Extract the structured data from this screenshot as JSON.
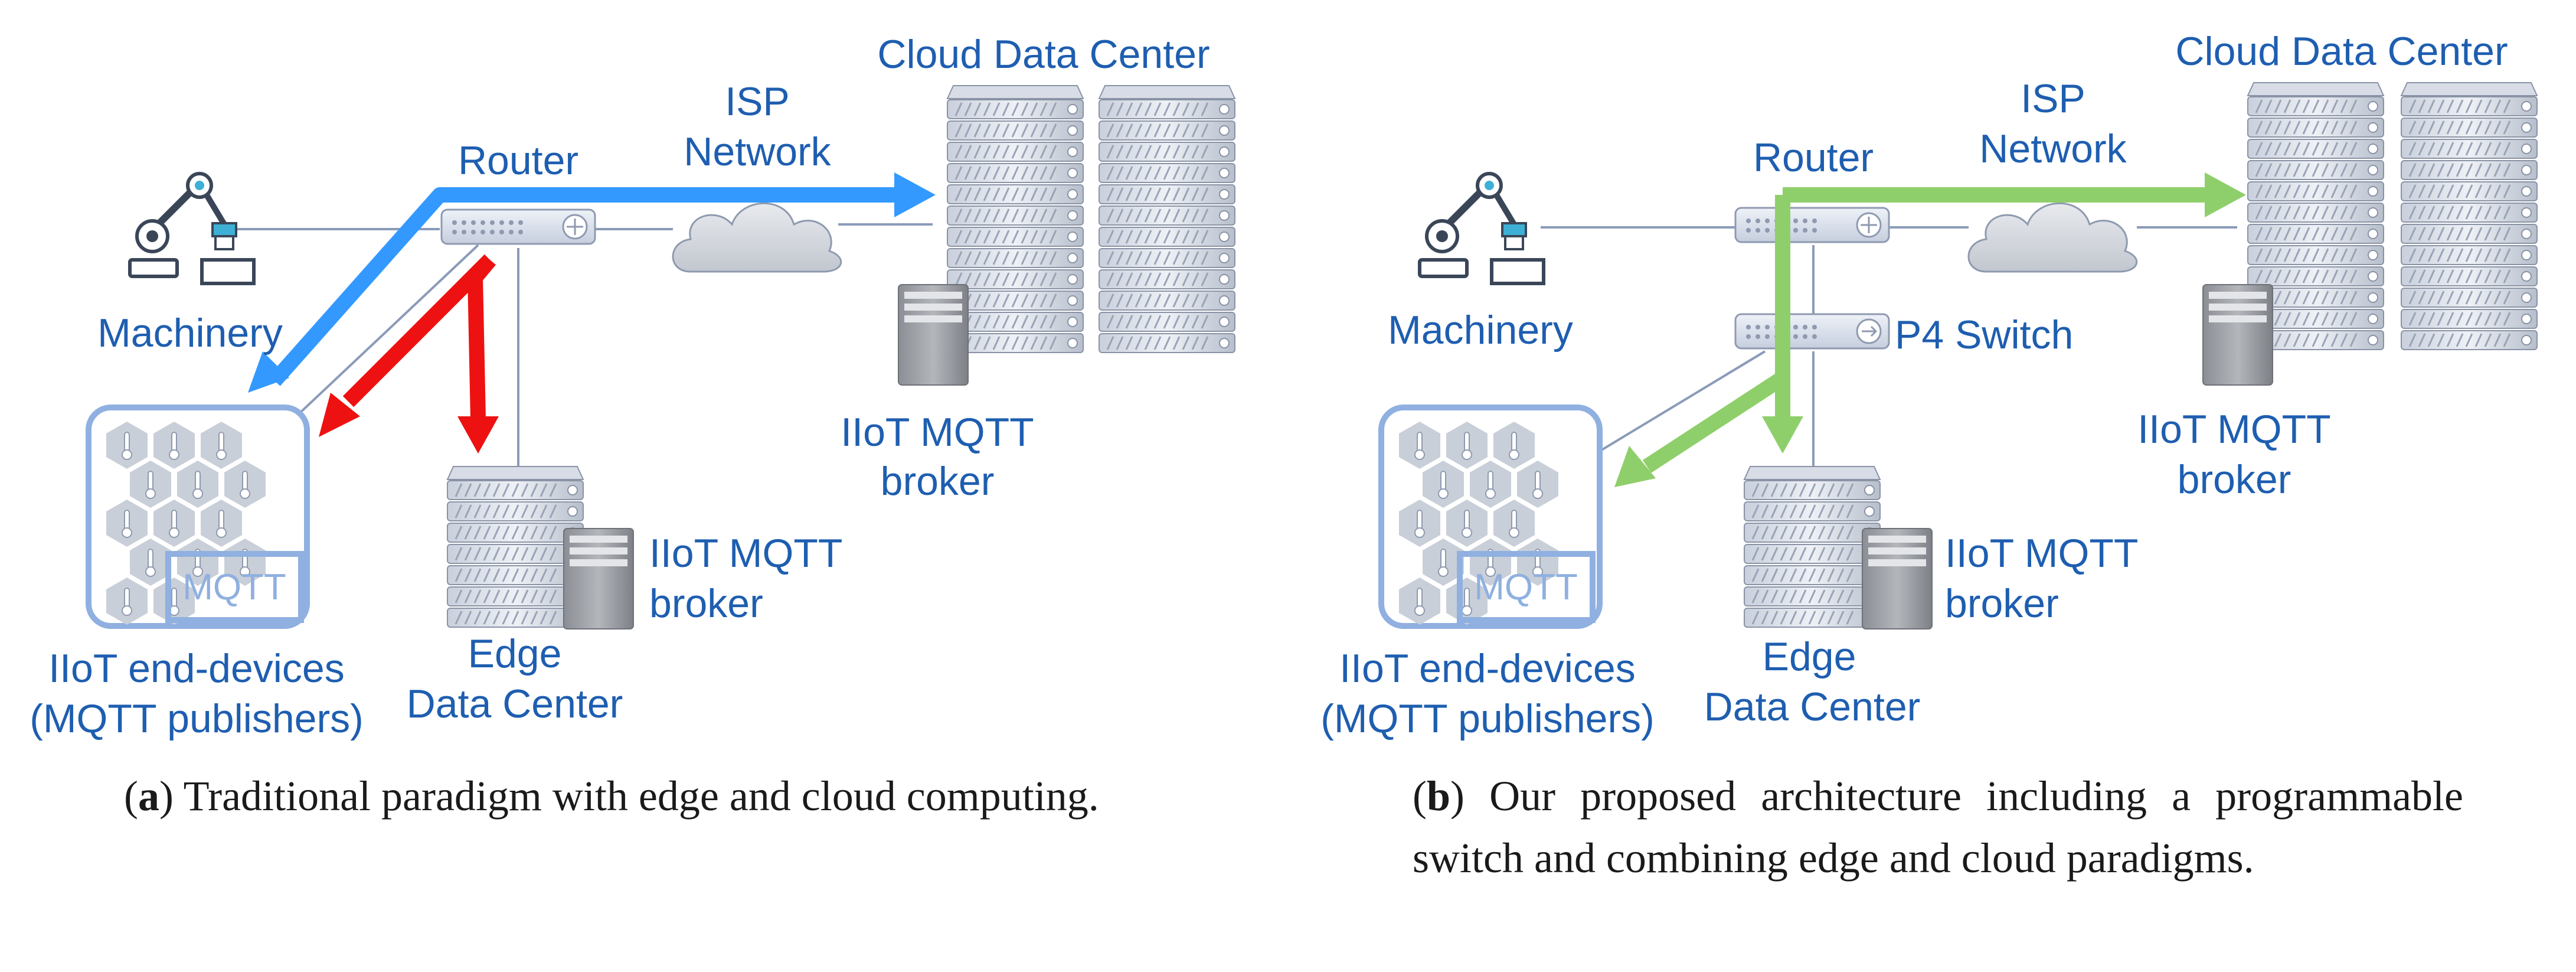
{
  "panel_a": {
    "labels": {
      "cloud": "Cloud Data Center",
      "isp_line1": "ISP",
      "isp_line2": "Network",
      "router": "Router",
      "machinery": "Machinery",
      "cloud_broker_line1": "IIoT MQTT",
      "cloud_broker_line2": "broker",
      "edge_broker_line1": "IIoT MQTT",
      "edge_broker_line2": "broker",
      "edge_line1": "Edge",
      "edge_line2": "Data Center",
      "devices_line1": "IIoT end-devices",
      "devices_line2": "(MQTT publishers)",
      "mqtt": "MQTT"
    },
    "caption": {
      "letter": "a",
      "text": "Traditional paradigm with edge and cloud computing."
    },
    "arrow_colors": {
      "cloud_path": "#3399ff",
      "edge_path": "#ee1111"
    }
  },
  "panel_b": {
    "labels": {
      "cloud": "Cloud Data Center",
      "isp_line1": "ISP",
      "isp_line2": "Network",
      "router": "Router",
      "switch": "P4 Switch",
      "machinery": "Machinery",
      "cloud_broker_line1": "IIoT MQTT",
      "cloud_broker_line2": "broker",
      "edge_broker_line1": "IIoT MQTT",
      "edge_broker_line2": "broker",
      "edge_line1": "Edge",
      "edge_line2": "Data Center",
      "devices_line1": "IIoT end-devices",
      "devices_line2": "(MQTT publishers)",
      "mqtt": "MQTT"
    },
    "caption": {
      "letter": "b",
      "text": "Our proposed architecture including a programmable switch and combining edge and cloud paradigms."
    },
    "arrow_colors": {
      "path": "#8fcf6b"
    }
  },
  "icons": [
    "robot-arm-icon",
    "router-icon",
    "switch-icon",
    "cloud-icon",
    "server-rack-icon",
    "server-tower-icon",
    "hexagon-device-icon",
    "thermometer-icon"
  ]
}
